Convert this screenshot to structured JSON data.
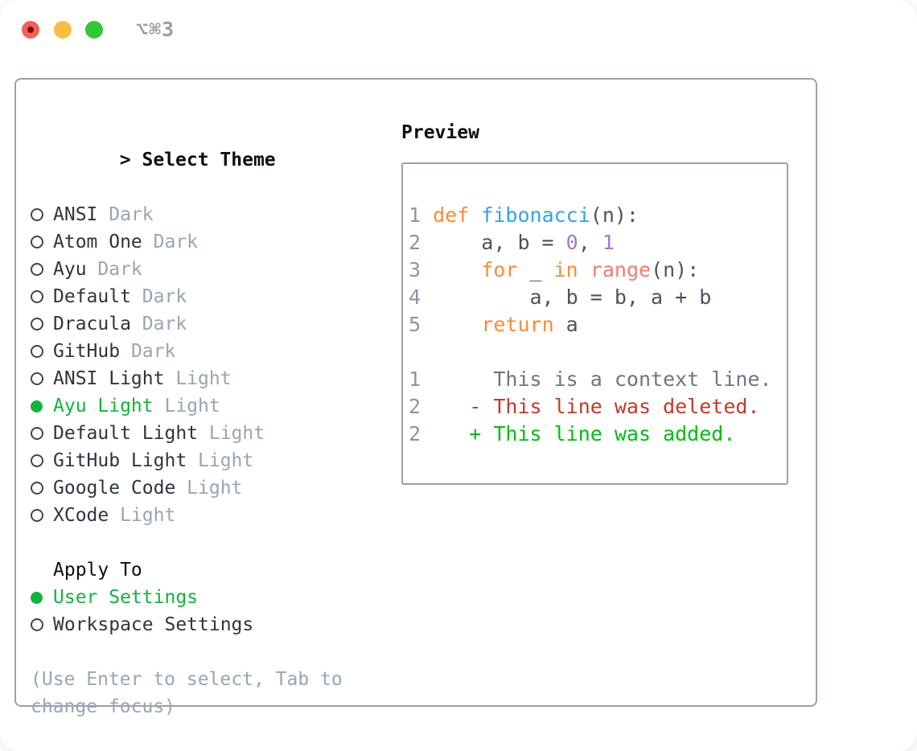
{
  "titlebar": {
    "shortcut": "⌥⌘3"
  },
  "theme_list": {
    "header_prefix": ">",
    "header": "Select Theme",
    "items": [
      {
        "name": "ANSI",
        "variant": "Dark",
        "selected": false
      },
      {
        "name": "Atom One",
        "variant": "Dark",
        "selected": false
      },
      {
        "name": "Ayu",
        "variant": "Dark",
        "selected": false
      },
      {
        "name": "Default",
        "variant": "Dark",
        "selected": false
      },
      {
        "name": "Dracula",
        "variant": "Dark",
        "selected": false
      },
      {
        "name": "GitHub",
        "variant": "Dark",
        "selected": false
      },
      {
        "name": "ANSI Light",
        "variant": "Light",
        "selected": false
      },
      {
        "name": "Ayu Light",
        "variant": "Light",
        "selected": true
      },
      {
        "name": "Default Light",
        "variant": "Light",
        "selected": false
      },
      {
        "name": "GitHub Light",
        "variant": "Light",
        "selected": false
      },
      {
        "name": "Google Code",
        "variant": "Light",
        "selected": false
      },
      {
        "name": "XCode",
        "variant": "Light",
        "selected": false
      }
    ]
  },
  "apply_to": {
    "header": "Apply To",
    "options": [
      {
        "label": "User Settings",
        "selected": true
      },
      {
        "label": "Workspace Settings",
        "selected": false
      }
    ]
  },
  "help_text": "(Use Enter to select, Tab to change focus)",
  "preview": {
    "title": "Preview",
    "lines": [
      {
        "num": "1",
        "segs": [
          {
            "t": "def",
            "c": "keyword"
          },
          {
            "t": " ",
            "c": "plain"
          },
          {
            "t": "fibonacci",
            "c": "function"
          },
          {
            "t": "(n):",
            "c": "plain"
          }
        ]
      },
      {
        "num": "2",
        "segs": [
          {
            "t": "    a, b = ",
            "c": "plain"
          },
          {
            "t": "0",
            "c": "number"
          },
          {
            "t": ", ",
            "c": "plain"
          },
          {
            "t": "1",
            "c": "number"
          }
        ]
      },
      {
        "num": "3",
        "segs": [
          {
            "t": "    ",
            "c": "plain"
          },
          {
            "t": "for",
            "c": "keyword"
          },
          {
            "t": " _ ",
            "c": "plain"
          },
          {
            "t": "in",
            "c": "keyword"
          },
          {
            "t": " ",
            "c": "plain"
          },
          {
            "t": "range",
            "c": "builtin"
          },
          {
            "t": "(n):",
            "c": "plain"
          }
        ]
      },
      {
        "num": "4",
        "segs": [
          {
            "t": "        a, b = b, a + b",
            "c": "plain"
          }
        ]
      },
      {
        "num": "5",
        "segs": [
          {
            "t": "    ",
            "c": "plain"
          },
          {
            "t": "return",
            "c": "keyword"
          },
          {
            "t": " a",
            "c": "plain"
          }
        ]
      },
      {
        "num": "",
        "segs": []
      },
      {
        "num": "1",
        "segs": [
          {
            "t": "     This is a context line.",
            "c": "context"
          }
        ]
      },
      {
        "num": "2",
        "segs": [
          {
            "t": "   - This line was deleted.",
            "c": "deleted"
          }
        ]
      },
      {
        "num": "2",
        "segs": [
          {
            "t": "   + This line was added.",
            "c": "added"
          }
        ]
      }
    ]
  },
  "colors": {
    "selection_green": "#13b33d",
    "window_border": "#9aa1ab",
    "header_black": "#0c0f14",
    "text_dark": "#2f353e",
    "text_muted": "#9aa5b2",
    "radio_ring": "#3f454e",
    "shortcut_gray": "#9b9fa6",
    "traffic_red": "#f2605a",
    "traffic_red_dot": "#7a100a",
    "traffic_yellow": "#f8bd45",
    "traffic_green": "#33c636",
    "syntax": {
      "plain": "#4d535c",
      "keyword": "#f98b3d",
      "function": "#36a1e8",
      "number": "#a37acc",
      "builtin": "#f47a72",
      "context": "#6e7680",
      "deleted": "#c23a2b",
      "added": "#00bd0f",
      "lineno": "#8a96a3"
    }
  }
}
